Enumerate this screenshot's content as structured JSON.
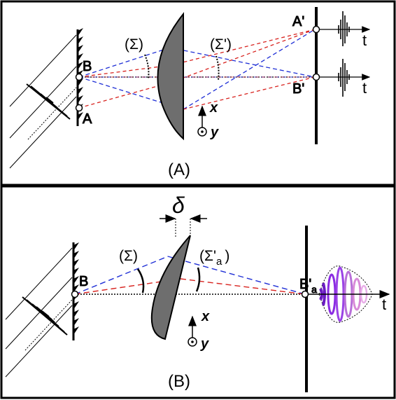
{
  "panel_a": {
    "caption": "(A)",
    "point_b": "B",
    "point_a": "A",
    "image_a": "A'",
    "image_b": "B'",
    "sigma": "(Σ)",
    "sigma_prime": "(Σ')",
    "axis_x": "x",
    "axis_y": "y",
    "time_top": "t",
    "time_bottom": "t"
  },
  "panel_b": {
    "caption": "(B)",
    "delta": "δ",
    "point_b": "B",
    "image_b": "B'",
    "image_b_sub": "a",
    "sigma": "(Σ)",
    "sigma_a": "(Σ'",
    "sigma_a_sub": "a",
    "sigma_a_close": ")",
    "axis_x": "x",
    "axis_y": "y",
    "time": "t"
  },
  "colors": {
    "ray_blue": "#1f2fd6",
    "ray_red": "#d8231f",
    "lens_fill": "#6e6e6e",
    "pulse_purple": "#8a2be2",
    "pulse_pink": "#d88ad8"
  }
}
